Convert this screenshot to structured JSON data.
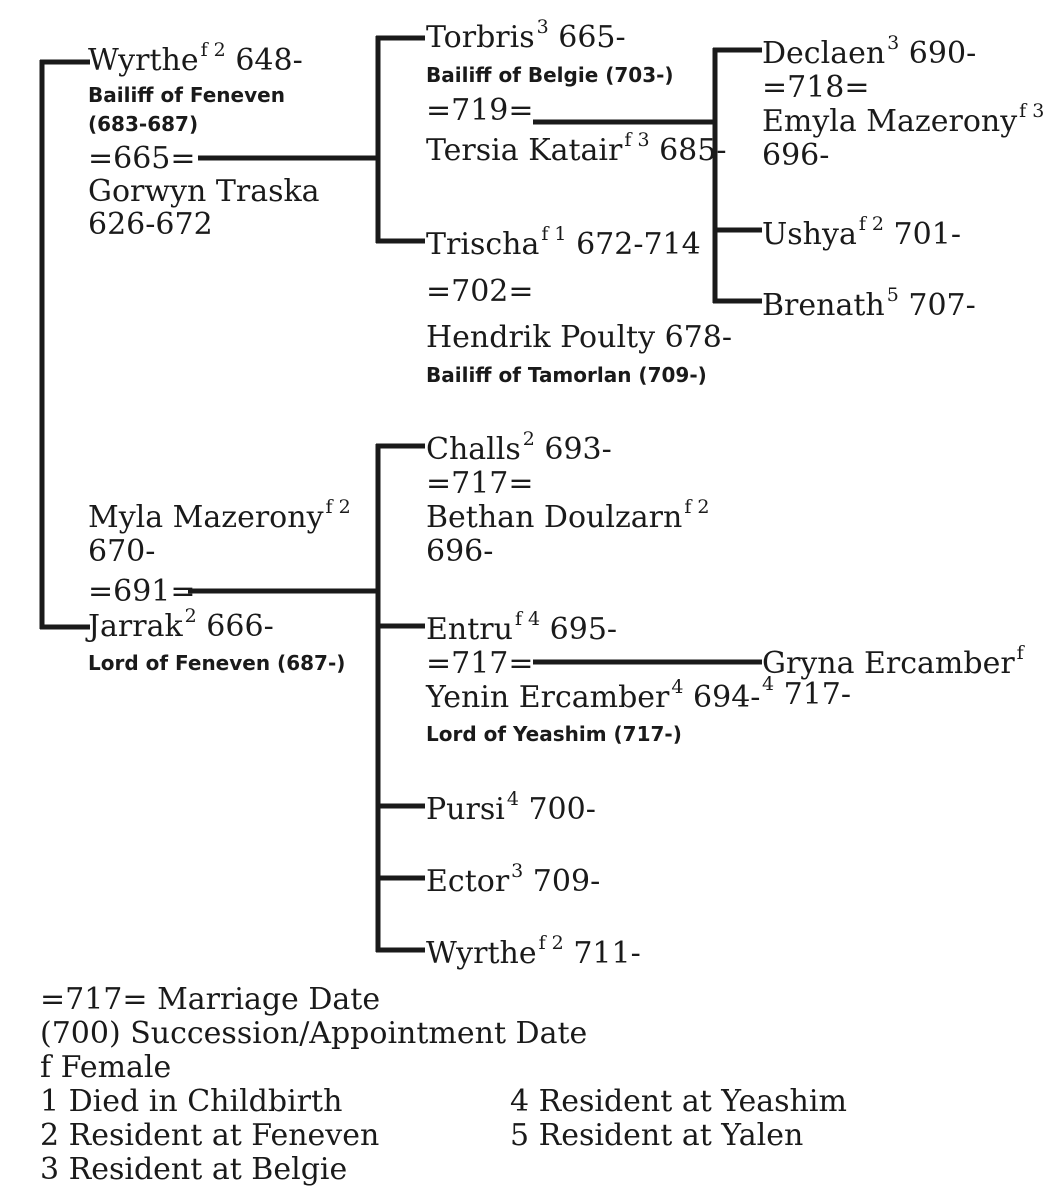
{
  "persons": {
    "wyrthe_sr": {
      "name": "Wyrthe",
      "sup": "f 2",
      "dates": " 648-",
      "title_1": "Bailiff of Feneven",
      "title_2": "(683-687)",
      "marriage": "=665=",
      "spouse": "Gorwyn Traska",
      "spouse_dates": "626-672"
    },
    "torbris": {
      "name": "Torbris",
      "sup": "3",
      "dates": " 665-",
      "title": "Bailiff of Belgie (703-)",
      "marriage": "=719=",
      "spouse": "Tersia Katair",
      "spouse_sup": "f 3",
      "spouse_dates": " 685-"
    },
    "trischa": {
      "name": "Trischa",
      "sup": "f 1",
      "dates": " 672-714",
      "marriage": "=702=",
      "spouse": "Hendrik Poulty 678-",
      "spouse_title": "Bailiff of Tamorlan (709-)"
    },
    "declaen": {
      "name": "Declaen",
      "sup": "3",
      "dates": " 690-",
      "marriage": "=718=",
      "spouse": "Emyla Mazerony",
      "spouse_sup": "f 3",
      "spouse_dates": "696-"
    },
    "ushya": {
      "name": "Ushya",
      "sup": "f 2",
      "dates": " 701-"
    },
    "brenath": {
      "name": "Brenath",
      "sup": "5",
      "dates": " 707-"
    },
    "myla": {
      "name": "Myla Mazerony",
      "sup": "f 2",
      "dates": "670-",
      "marriage": "=691="
    },
    "jarrak": {
      "name": "Jarrak",
      "sup": "2",
      "dates": " 666-",
      "title": "Lord of Feneven (687-)"
    },
    "challs": {
      "name": "Challs",
      "sup": "2",
      "dates": " 693-",
      "marriage": "=717=",
      "spouse": "Bethan Doulzarn",
      "spouse_sup": "f 2",
      "spouse_dates": "696-"
    },
    "entru": {
      "name": "Entru",
      "sup": "f 4",
      "dates": " 695-",
      "marriage": "=717=",
      "spouse": "Yenin Ercamber",
      "spouse_sup": "4",
      "spouse_dates": " 694-",
      "spouse_title": "Lord of Yeashim (717-)"
    },
    "gryna": {
      "name": "Gryna Ercamber",
      "sup": "f",
      "line2_sup": "4",
      "line2": " 717-"
    },
    "pursi": {
      "name": "Pursi",
      "sup": "4",
      "dates": " 700-"
    },
    "ector": {
      "name": "Ector",
      "sup": "3",
      "dates": " 709-"
    },
    "wyrthe_jr": {
      "name": "Wyrthe",
      "sup": "f 2",
      "dates": " 711-"
    }
  },
  "legend": {
    "marriage": "=717= Marriage Date",
    "succession": "(700) Succession/Appointment Date",
    "female": "f  Female",
    "k1": "1 Died in Childbirth",
    "k2": "2 Resident at Feneven",
    "k3": "3 Resident at Belgie",
    "k4": "4 Resident at Yeashim",
    "k5": "5 Resident at Yalen"
  },
  "colors": {
    "line": "#1a1a1a",
    "text": "#1a1a1a"
  }
}
